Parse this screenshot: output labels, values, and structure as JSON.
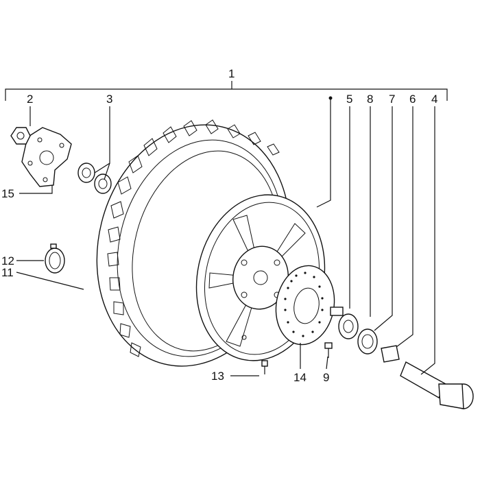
{
  "callouts": [
    {
      "id": "c1",
      "text": "1"
    },
    {
      "id": "c2",
      "text": "2"
    },
    {
      "id": "c3",
      "text": "3"
    },
    {
      "id": "c4",
      "text": "4"
    },
    {
      "id": "c5",
      "text": "5"
    },
    {
      "id": "c6",
      "text": "6"
    },
    {
      "id": "c7",
      "text": "7"
    },
    {
      "id": "c8",
      "text": "8"
    },
    {
      "id": "c9",
      "text": "9"
    },
    {
      "id": "c11",
      "text": "11"
    },
    {
      "id": "c12",
      "text": "12"
    },
    {
      "id": "c13",
      "text": "13"
    },
    {
      "id": "c14",
      "text": "14"
    },
    {
      "id": "c15",
      "text": "15"
    }
  ]
}
